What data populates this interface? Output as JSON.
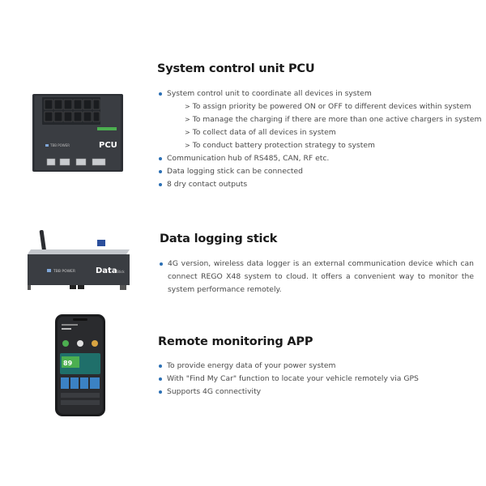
{
  "pcu": {
    "title": "System control unit PCU",
    "bullets": [
      "System control unit to coordinate all devices in system"
    ],
    "sub_items": [
      "To assign priority be powered ON or OFF to different devices within system",
      "To manage the charging if there are more than one active chargers in system",
      "To collect data of all devices in system",
      "To conduct battery protection strategy to system"
    ],
    "more_bullets": [
      "Communication hub of RS485, CAN, RF etc.",
      "Data logging stick can be connected",
      "8 dry contact outputs"
    ],
    "device": {
      "brand": "TBB POWER",
      "label": "PCU"
    }
  },
  "logger": {
    "title": "Data logging stick",
    "paragraph": "4G version, wireless data logger is an external communication device which can connect REGO X48 system to cloud. It offers a convenient way to monitor the system performance remotely.",
    "device": {
      "brand": "TBB POWER",
      "label": "Data",
      "sublabel": "Stick"
    }
  },
  "app": {
    "title": "Remote monitoring APP",
    "bullets": [
      "To provide energy data of your power system",
      "With \"Find My Car\" function to locate your vehicle remotely via GPS",
      "Supports 4G connectivity"
    ],
    "phone": {
      "big_value": "89",
      "unit": "%"
    }
  },
  "colors": {
    "bullet": "#2b6fb4",
    "device_body": "#3a3d42",
    "accent_green": "#4caf50",
    "phone_teal": "#1f6f6a"
  }
}
